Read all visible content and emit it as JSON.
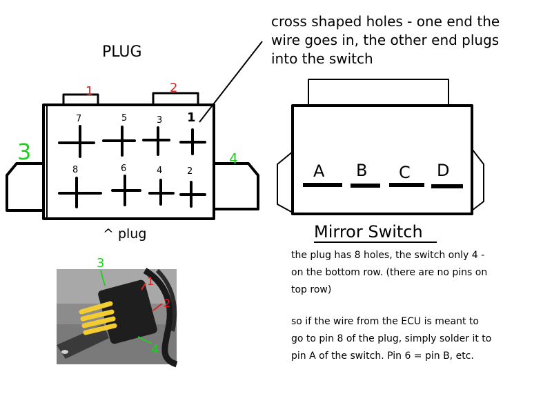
{
  "plug": {
    "title": "PLUG",
    "caption": "^ plug",
    "pins_top": [
      "7",
      "5",
      "3",
      "1"
    ],
    "pins_bottom": [
      "8",
      "6",
      "4",
      "2"
    ],
    "tab_labels": [
      "1",
      "2"
    ],
    "side_labels": [
      "3",
      "4"
    ]
  },
  "callout": {
    "line1": "cross shaped holes - one end the",
    "line2": "wire goes in, the other end plugs",
    "line3": "into the switch"
  },
  "switch": {
    "title": "Mirror Switch",
    "pins": [
      "A",
      "B",
      "C",
      "D"
    ]
  },
  "notes": {
    "p1_line1": "the plug has 8 holes, the switch only 4 -",
    "p1_line2": "on the bottom row. (there are no pins on",
    "p1_line3": "top row)",
    "p2_line1": "so if the wire from the ECU is meant to",
    "p2_line2": "go to pin 8 of the plug, simply solder it to",
    "p2_line3": "pin A of the switch. Pin 6 = pin B, etc."
  },
  "photo": {
    "labels": [
      "3",
      "1",
      "2",
      "4"
    ]
  },
  "colors": {
    "ink": "#000000",
    "red_label": "#e02020",
    "green_label": "#22cc22"
  }
}
